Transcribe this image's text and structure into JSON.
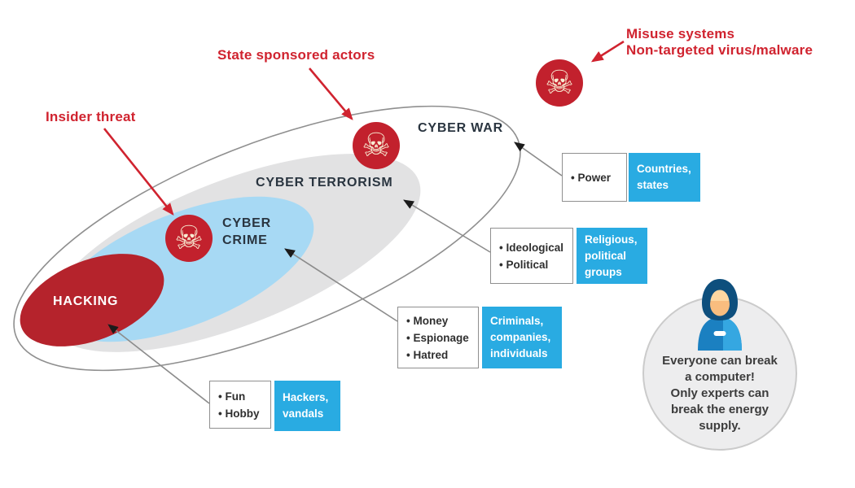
{
  "colors": {
    "annotation_red": "#d0232f",
    "skull_red": "#c2212d",
    "hacking_red": "#b5232c",
    "crime_blue": "#a7d9f4",
    "terrorism_gray": "#e2e2e3",
    "actor_box_blue": "#29abe2",
    "dark_label": "#2a3540"
  },
  "venn": {
    "cyber_war": {
      "label": "CYBER WAR"
    },
    "cyber_terrorism": {
      "label": "CYBER TERRORISM"
    },
    "cyber_crime": {
      "label": "CYBER\nCRIME"
    },
    "hacking": {
      "label": "HACKING"
    }
  },
  "threat_annotations": {
    "insider": "Insider threat",
    "state_sponsored": "State sponsored actors",
    "misuse": "Misuse systems\nNon-targeted virus/malware"
  },
  "icons": {
    "skull": "☠"
  },
  "connector_boxes": [
    {
      "target": "hacking",
      "motivations": [
        "Fun",
        "Hobby"
      ],
      "actors": "Hackers,\nvandals"
    },
    {
      "target": "cyber_crime",
      "motivations": [
        "Money",
        "Espionage",
        "Hatred"
      ],
      "actors": "Criminals,\ncompanies,\nindividuals"
    },
    {
      "target": "cyber_terrorism",
      "motivations": [
        "Ideological",
        "Political"
      ],
      "actors": "Religious,\npolitical\ngroups"
    },
    {
      "target": "cyber_war",
      "motivations": [
        "Power"
      ],
      "actors": "Countries,\nstates"
    }
  ],
  "badge": {
    "text": "Everyone can break\na computer!\nOnly experts can\nbreak the energy\nsupply."
  }
}
